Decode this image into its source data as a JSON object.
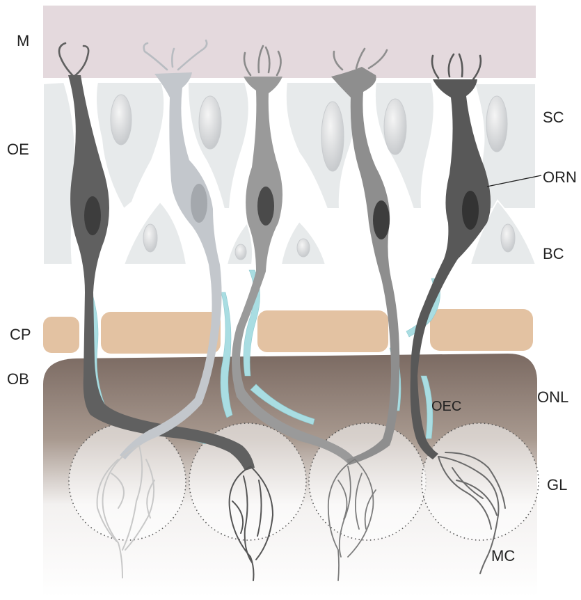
{
  "labels": {
    "M": "M",
    "OE": "OE",
    "CP": "CP",
    "OB": "OB",
    "SC": "SC",
    "ORN": "ORN",
    "BC": "BC",
    "ONL": "ONL",
    "OEC": "OEC",
    "GL": "GL",
    "MC": "MC"
  },
  "colors": {
    "mucus": "#e4d9dd",
    "supporting_cell": "#e7eaeb",
    "cribriform_plate": "#e3c2a2",
    "bulb_top": "#7b6a62",
    "bulb_bottom": "#ffffff",
    "ensheathing_glia": "#a9dde2",
    "neuron_1": "#606060",
    "neuron_2": "#c3c7cc",
    "neuron_3": "#9a9a9a",
    "neuron_4": "#8e8e8e",
    "neuron_5": "#585858"
  }
}
